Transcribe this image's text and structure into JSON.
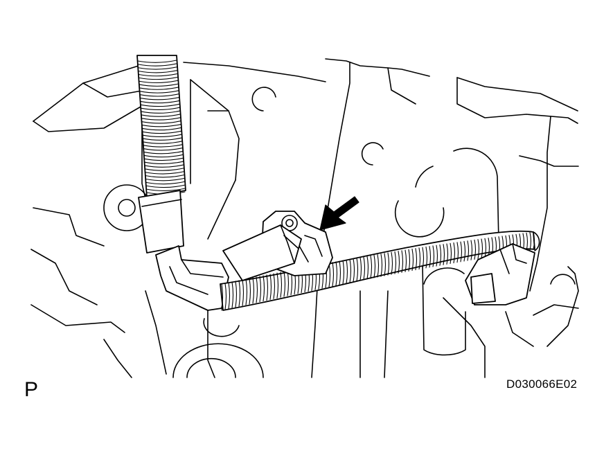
{
  "labels": {
    "view_letter": "P",
    "figure_code": "D030066E02"
  },
  "colors": {
    "line": "#000000",
    "background": "#ffffff"
  },
  "icons": {
    "pointer": "arrow-pointing-down-left"
  }
}
